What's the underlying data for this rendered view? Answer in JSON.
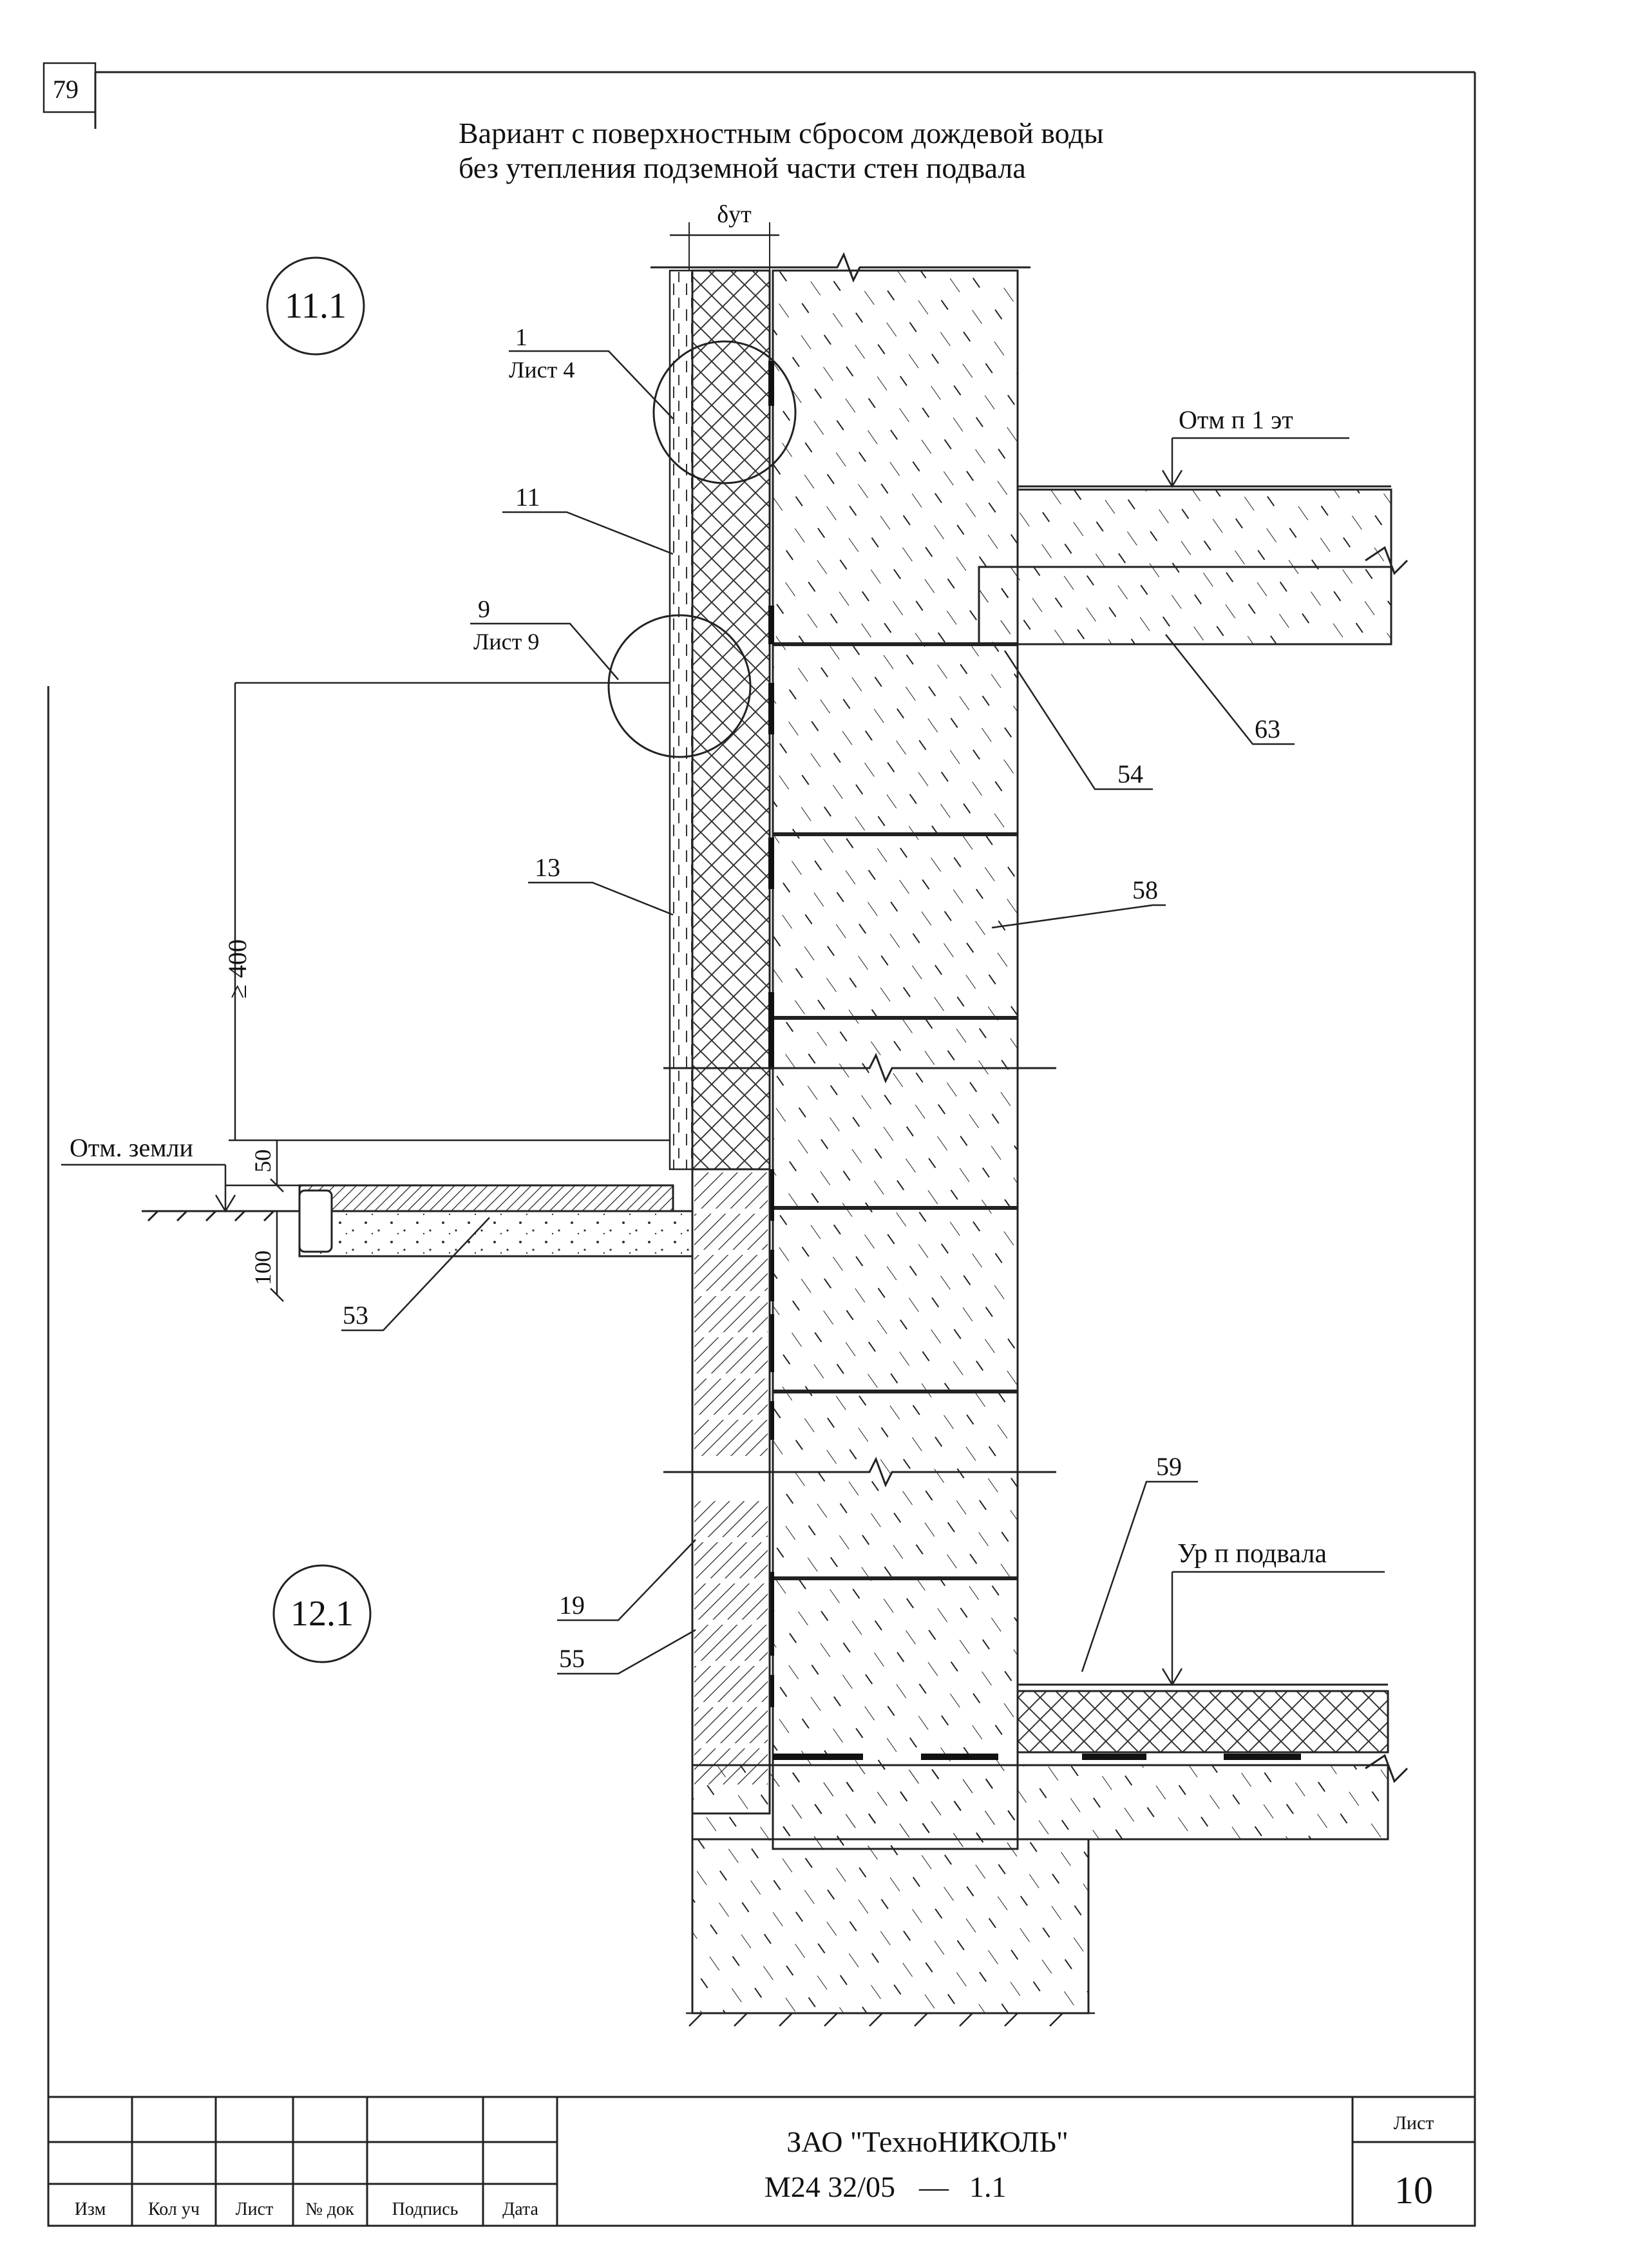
{
  "page_number": "79",
  "title": {
    "line1": "Вариант с поверхностным сбросом дождевой воды",
    "line2": "без утепления подземной части стен подвала"
  },
  "zones": {
    "upper": "11.1",
    "lower": "12.1"
  },
  "dimensions": {
    "insulation_thickness": "δут",
    "min_height": "≥ 400",
    "offset_50": "50",
    "slab_100": "100"
  },
  "levels": {
    "first_floor": "Отм п 1 эт",
    "ground": "Отм. земли",
    "basement_floor": "Ур п подвала"
  },
  "callouts": [
    {
      "num": "1",
      "sheet": "Лист 4"
    },
    {
      "num": "9",
      "sheet": "Лист 9"
    }
  ],
  "positions": [
    "11",
    "13",
    "53",
    "54",
    "58",
    "63",
    "59",
    "19",
    "55"
  ],
  "title_block": {
    "organization": "ЗАО \"ТехноНИКОЛЬ\"",
    "document": "М24 32/05",
    "dash": "—",
    "revision": "1.1",
    "sheet_label": "Лист",
    "sheet_number": "10",
    "columns": [
      "Изм",
      "Кол уч",
      "Лист",
      "№ док",
      "Подпись",
      "Дата"
    ]
  }
}
